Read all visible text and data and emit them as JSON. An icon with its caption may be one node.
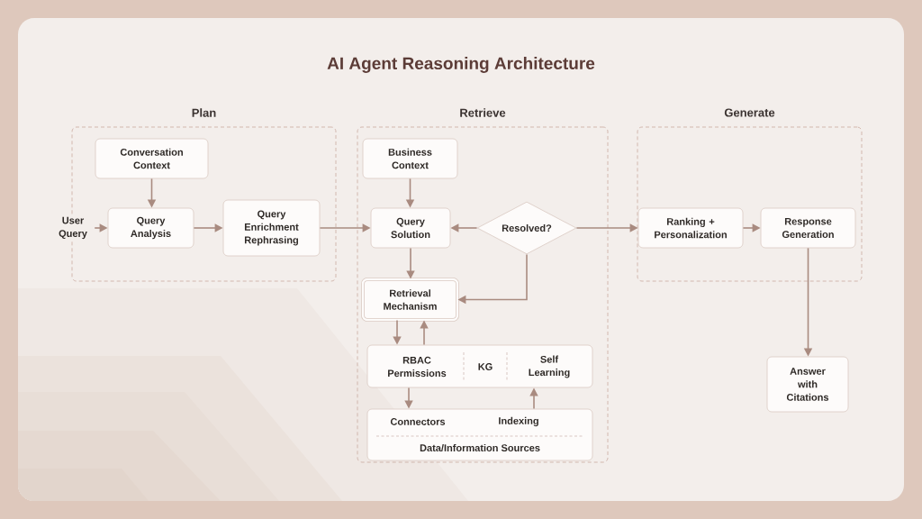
{
  "diagram": {
    "title": "AI Agent Reasoning Architecture",
    "nodes": [
      {
        "text": [
          "Plan"
        ]
      },
      {
        "text": [
          "Conversation Context"
        ],
        "in": 0
      },
      {
        "text": [
          "User Query"
        ]
      },
      {
        "text": [
          "Query Analysis"
        ],
        "in": 0
      },
      {
        "text": [
          "Query Enrichment Rephrasing"
        ],
        "in": 0
      },
      {
        "text": [
          "Retrieve"
        ]
      },
      {
        "text": [
          "Business Context"
        ],
        "in": 5
      },
      {
        "text": [
          "Query Solution"
        ],
        "in": 5
      },
      {
        "text": [
          "Resolved?"
        ],
        "in": 5
      },
      {
        "text": [
          "Retrieval Mechanism"
        ],
        "in": 5
      },
      {
        "text": [
          "RBAC Permissions",
          "KG",
          "Self Learning"
        ],
        "in": 5
      },
      {
        "text": [
          "Connectors",
          "Indexing",
          "Data/Information Sources"
        ],
        "in": 5
      },
      {
        "text": [
          "Generate"
        ]
      },
      {
        "text": [
          "Ranking + Personalization"
        ],
        "in": 12
      },
      {
        "text": [
          "Response Generation"
        ],
        "in": 12
      },
      {
        "text": [
          "Answer with Citations"
        ]
      }
    ],
    "edges": [
      {
        "from": 1,
        "to": 3,
        "arrow": "to"
      },
      {
        "from": 2,
        "to": 3,
        "arrow": "to"
      },
      {
        "from": 3,
        "to": 4,
        "arrow": "to"
      },
      {
        "from": 4,
        "to": 7,
        "arrow": "to"
      },
      {
        "from": 6,
        "to": 7,
        "arrow": "to"
      },
      {
        "from": 8,
        "to": 7,
        "arrow": "to"
      },
      {
        "from": 8,
        "to": 13,
        "arrow": "to"
      },
      {
        "from": 7,
        "to": 9,
        "arrow": "to"
      },
      {
        "from": 8,
        "to": 9,
        "arrow": "to"
      },
      {
        "from": 9,
        "to": 10,
        "arrow": "to"
      },
      {
        "from": 10,
        "to": 9,
        "arrow": "to"
      },
      {
        "from": 10,
        "to": 11,
        "arrow": "to"
      },
      {
        "from": 11,
        "to": 10,
        "arrow": "to"
      },
      {
        "from": 13,
        "to": 14,
        "arrow": "to"
      },
      {
        "from": 14,
        "to": 15,
        "arrow": "to"
      }
    ]
  }
}
